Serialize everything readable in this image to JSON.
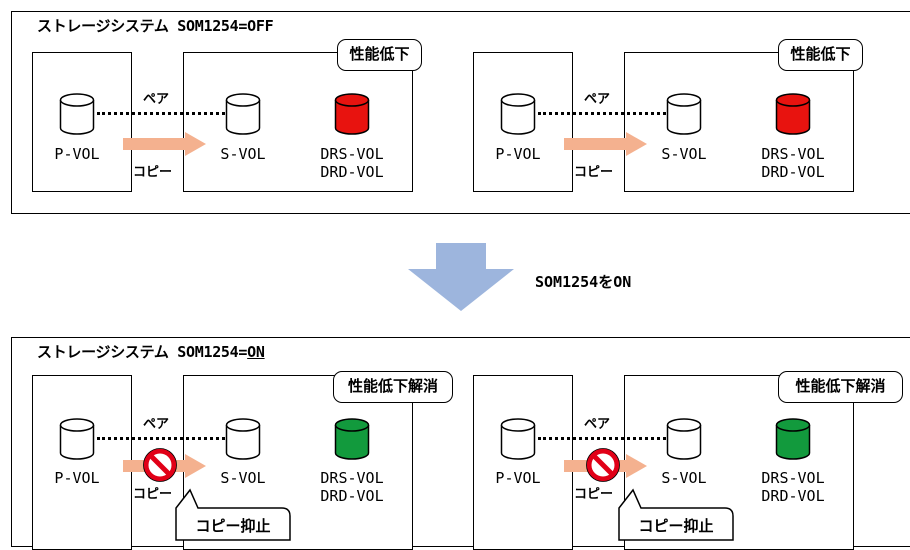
{
  "top_system": {
    "title": "ストレージシステム SOM1254=OFF",
    "pairs": [
      {
        "pvol": "P-VOL",
        "pair_label": "ペア",
        "copy_label": "コピー",
        "svol": "S-VOL",
        "drs": "DRS-VOL",
        "drd": "DRD-VOL",
        "callout": "性能低下"
      },
      {
        "pvol": "P-VOL",
        "pair_label": "ペア",
        "copy_label": "コピー",
        "svol": "S-VOL",
        "drs": "DRS-VOL",
        "drd": "DRD-VOL",
        "callout": "性能低下"
      }
    ]
  },
  "transition": {
    "label": "SOM1254をON"
  },
  "bottom_system": {
    "title_prefix": "ストレージシステム SOM1254=",
    "title_value": "ON",
    "pairs": [
      {
        "pvol": "P-VOL",
        "pair_label": "ペア",
        "copy_label": "コピー",
        "svol": "S-VOL",
        "drs": "DRS-VOL",
        "drd": "DRD-VOL",
        "callout": "性能低下解消",
        "suppress": "コピー抑止"
      },
      {
        "pvol": "P-VOL",
        "pair_label": "ペア",
        "copy_label": "コピー",
        "svol": "S-VOL",
        "drs": "DRS-VOL",
        "drd": "DRD-VOL",
        "callout": "性能低下解消",
        "suppress": "コピー抑止"
      }
    ]
  },
  "colors": {
    "degraded": "#e8130f",
    "resolved": "#129a3d",
    "copy_arrow": "#f4b18f",
    "transition_arrow": "#9db5dd",
    "prohibit": "#e10017"
  }
}
